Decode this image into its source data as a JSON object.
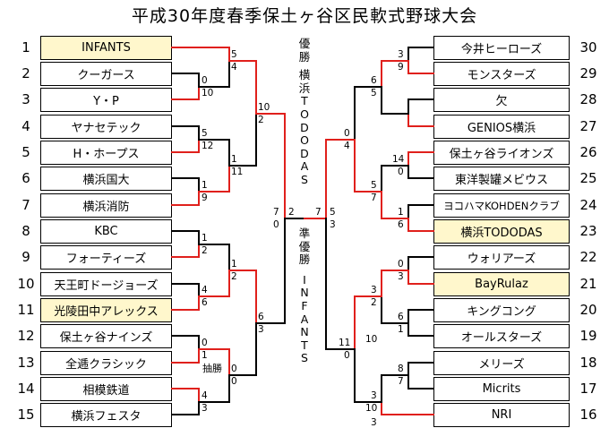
{
  "title": "平成30年度春季保土ヶ谷区民軟式野球大会",
  "left_teams": [
    {
      "no": "1",
      "name": "INFANTS",
      "highlight": true
    },
    {
      "no": "2",
      "name": "クーガース",
      "highlight": false
    },
    {
      "no": "3",
      "name": "Y・P",
      "highlight": false
    },
    {
      "no": "4",
      "name": "ヤナセテック",
      "highlight": false
    },
    {
      "no": "5",
      "name": "H・ホープス",
      "highlight": false
    },
    {
      "no": "6",
      "name": "横浜国大",
      "highlight": false
    },
    {
      "no": "7",
      "name": "横浜消防",
      "highlight": false
    },
    {
      "no": "8",
      "name": "KBC",
      "highlight": false
    },
    {
      "no": "9",
      "name": "フォーティーズ",
      "highlight": false
    },
    {
      "no": "10",
      "name": "天王町ドージョーズ",
      "highlight": false
    },
    {
      "no": "11",
      "name": "光陵田中アレックス",
      "highlight": true
    },
    {
      "no": "12",
      "name": "保土ヶ谷ナインズ",
      "highlight": false
    },
    {
      "no": "13",
      "name": "全逓クラシック",
      "highlight": false
    },
    {
      "no": "14",
      "name": "相模鉄道",
      "highlight": false
    },
    {
      "no": "15",
      "name": "横浜フェスタ",
      "highlight": false
    }
  ],
  "right_teams": [
    {
      "no": "30",
      "name": "今井ヒーローズ",
      "highlight": false
    },
    {
      "no": "29",
      "name": "モンスターズ",
      "highlight": false
    },
    {
      "no": "28",
      "name": "欠",
      "highlight": false
    },
    {
      "no": "27",
      "name": "GENIOS横浜",
      "highlight": false
    },
    {
      "no": "26",
      "name": "保土ヶ谷ライオンズ",
      "highlight": false
    },
    {
      "no": "25",
      "name": "東洋製罐メビウス",
      "highlight": false
    },
    {
      "no": "24",
      "name": "ヨコハマKOHDENクラブ",
      "highlight": false
    },
    {
      "no": "23",
      "name": "横浜TODODAS",
      "highlight": true
    },
    {
      "no": "22",
      "name": "ウォリアーズ",
      "highlight": false
    },
    {
      "no": "21",
      "name": "BayRulaz",
      "highlight": true
    },
    {
      "no": "20",
      "name": "キングコング",
      "highlight": false
    },
    {
      "no": "19",
      "name": "オールスターズ",
      "highlight": false
    },
    {
      "no": "18",
      "name": "メリーズ",
      "highlight": false
    },
    {
      "no": "17",
      "name": "Micrits",
      "highlight": false
    },
    {
      "no": "16",
      "name": "NRI",
      "highlight": false
    }
  ],
  "result": {
    "champion_label": "優勝",
    "champion_team": "横浜TODODAS",
    "runnerup_label": "準優勝",
    "runnerup_team": "INFANTS"
  },
  "special_label": "抽勝",
  "scores": [
    "5",
    "4",
    "0",
    "10",
    "5",
    "12",
    "1",
    "9",
    "1",
    "2",
    "4",
    "6",
    "0",
    "1",
    "4",
    "3",
    "10",
    "2",
    "1",
    "11",
    "1",
    "2",
    "0",
    "0",
    "6",
    "3",
    "7",
    "0",
    "2",
    "7",
    "5",
    "3",
    "3",
    "9",
    "14",
    "0",
    "1",
    "6",
    "0",
    "3",
    "6",
    "1",
    "8",
    "7",
    "3",
    "10",
    "6",
    "5",
    "5",
    "7",
    "3",
    "2",
    "3",
    "10",
    "0",
    "4",
    "11",
    "0"
  ],
  "colors": {
    "win_line": "#e0201c",
    "line": "#000000",
    "highlight_bg": "#fff7cc"
  }
}
